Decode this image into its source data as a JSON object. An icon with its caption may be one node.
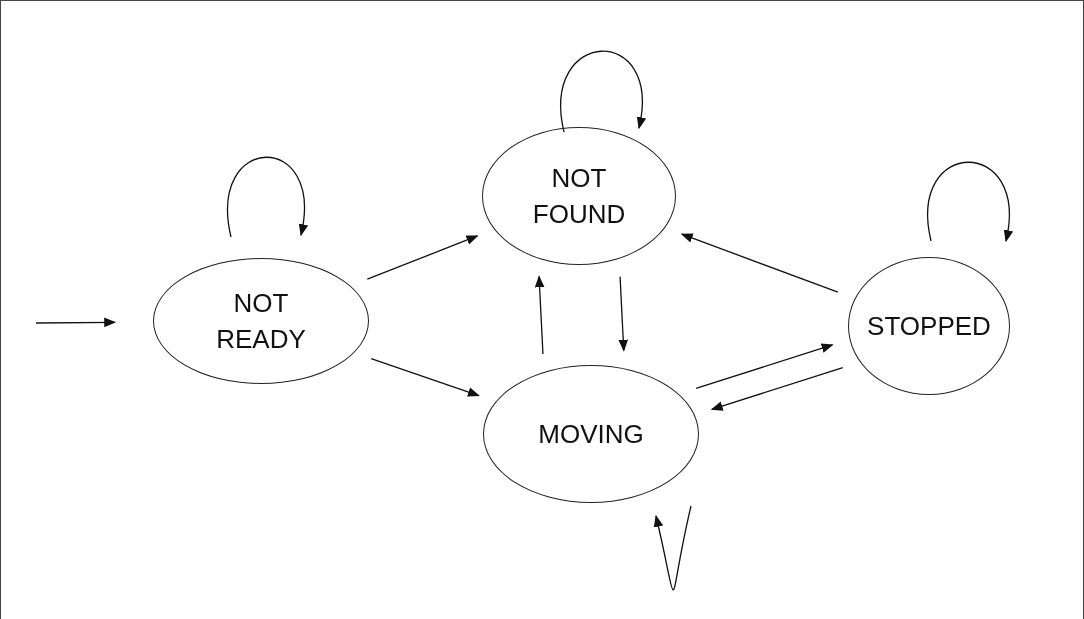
{
  "diagram": {
    "nodes": [
      {
        "text": [
          "NOT READY"
        ]
      },
      {
        "text": [
          "NOT FOUND"
        ]
      },
      {
        "text": [
          "MOVING"
        ]
      },
      {
        "text": [
          "STOPPED"
        ]
      }
    ],
    "edges": [
      {
        "from": null,
        "to": 0,
        "arrow": "to"
      },
      {
        "from": 0,
        "to": 0,
        "arrow": "to"
      },
      {
        "from": 1,
        "to": 1,
        "arrow": "to"
      },
      {
        "from": 3,
        "to": 3,
        "arrow": "to"
      },
      {
        "from": 0,
        "to": 1,
        "arrow": "to"
      },
      {
        "from": 0,
        "to": 2,
        "arrow": "to"
      },
      {
        "from": 2,
        "to": 1,
        "arrow": "to"
      },
      {
        "from": 1,
        "to": 2,
        "arrow": "to"
      },
      {
        "from": 2,
        "to": 3,
        "arrow": "to"
      },
      {
        "from": 3,
        "to": 2,
        "arrow": "to"
      },
      {
        "from": 3,
        "to": 1,
        "arrow": "to"
      },
      {
        "from": 2,
        "to": 2,
        "arrow": "to"
      }
    ]
  }
}
